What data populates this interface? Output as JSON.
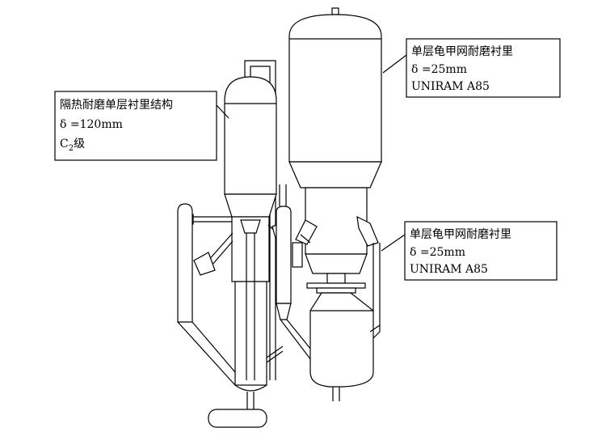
{
  "callouts": [
    {
      "id": "insulating-lining",
      "lines": [
        "隔热耐磨单层衬里结构",
        "δ =120mm",
        "C",
        "2",
        "级"
      ]
    },
    {
      "id": "upper-hex-lining",
      "lines": [
        "单层龟甲网耐磨衬里",
        "δ =25mm",
        "UNIRAM A85"
      ]
    },
    {
      "id": "lower-hex-lining",
      "lines": [
        "单层龟甲网耐磨衬里",
        "δ =25mm",
        "UNIRAM A85"
      ]
    }
  ]
}
